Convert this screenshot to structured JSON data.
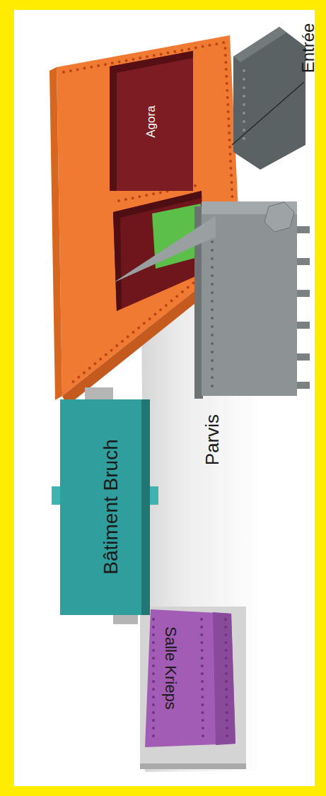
{
  "diagram": {
    "nodes": [
      {
        "text": [
          "Agora"
        ]
      },
      {
        "text": [
          "Bâtiment Bruch"
        ]
      },
      {
        "text": [
          "Salle Krieps"
        ]
      }
    ],
    "labels": [
      "Entrée",
      "Parvis"
    ]
  }
}
